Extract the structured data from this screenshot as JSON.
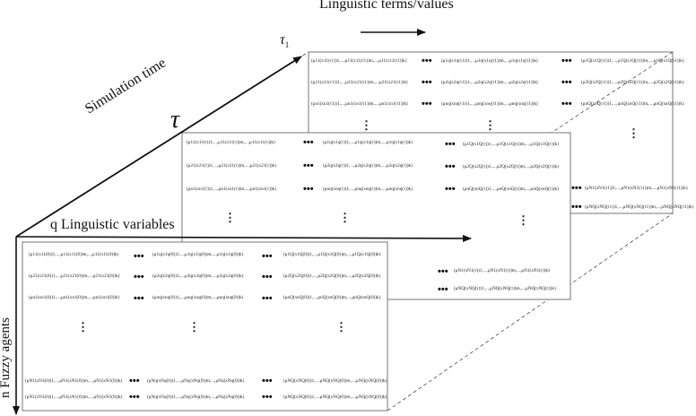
{
  "labels": {
    "linguistic_terms": "Linguistic terms/values",
    "simulation_time": "Simulation time",
    "tau": "τ",
    "tau1": "τ",
    "tau1_sub": "1",
    "q_variables": "q Linguistic variables",
    "n_agents": "n Fuzzy agents"
  },
  "symbols": {
    "hdots": "•••",
    "vdots": "⋮"
  },
  "back_panel": {
    "rows": [
      [
        "(μ11(x11(τ1))1,...,μ11(x11(τ1))m,...,μ11(x11(τ1))k)",
        "(μ1q(x1q(τ1))1,...,μ1q(x1q(τ1))m,...,μ1q(x1q(τ1))k)",
        "(μ1Q(x1Q(τ1))1,...,μ1Q(x1Q(τ1))m,...,μ1Q(x1Q(τ1))k)"
      ],
      [
        "(μ21(x21(τ1))1,...,μ21(x21(τ1))m,...,μ21(x21(τ1))k)",
        "(μ2q(x2q(τ1))1,...,μ2q(x2q(τ1))m,...,μ2q(x2q(τ1))k)",
        "(μ2Q(x2Q(τ1))1,...,μ2Q(x2Q(τ1))m,...,μ2Q(x2Q(τ1))k)"
      ],
      [
        "(μn1(xn1(τ1))1,...,μn1(xn1(τ1))m,...,μn1(xn1(τ1))k)",
        "(μnq(xnq(τ1))1,...,μnq(xnq(τ1))m,...,μnq(xnq(τ1))k)",
        "(μnQ(xnQ(τ1))1,...,μnQ(xnQ(τ1))m,...,μnQ(xnQ(τ1))k)"
      ]
    ]
  },
  "mid_panel": {
    "rows": [
      [
        "(μ11(x11(τ))1,...,μ11(x11(τ))m,...,μ11(x11(τ))k)",
        "(μ1q(x1q(τ))1,...,μ1q(x1q(τ))m,...,μ1q(x1q(τ))k)",
        "(μ1Q(x1Q(τ))1,...,μ1Q(x1Q(τ))m,...,μ1Q(x1Q(τ))k)"
      ],
      [
        "(μ21(x21(τ))1,...,μ21(x21(τ))m,...,μ21(x21(τ))k)",
        "(μ2q(x2q(τ))1,...,μ2q(x2q(τ))m,...,μ2q(x2q(τ))k)",
        "(μ2Q(x2Q(τ))1,...,μ2Q(x2Q(τ))m,...,μ2Q(x2Q(τ))k)"
      ],
      [
        "(μn1(xn1(τ))1,...,μn1(xn1(τ))m,...,μn1(xn1(τ))k)",
        "(μnq(xnq(τ))1,...,μnq(xnq(τ))m,...,μnq(xnq(τ))k)",
        "(μnQ(xnQ(τ))1,...,μnQ(xnQ(τ))m,...,μnQ(xnQ(τ))k)"
      ]
    ]
  },
  "front_panel": {
    "rows": [
      [
        "(μ11(x11(0))1,...,μ11(x11(0))m,...,μ11(x11(0))k)",
        "(μ1q(x1q(0))1,...,μ1q(x1q(0))m,...,μ1q(x1q(0))k)",
        "(μ1Q(x1Q(0))1,...,μ1Q(x1Q(0))m,...,μ1Q(x1Q(0))k)"
      ],
      [
        "(μ21(x21(0))1,...,μ21(x21(0))m,...,μ21(x21(0))k)",
        "(μ2q(x2q(0))1,...,μ2q(x2q(0))m,...,μ2q(x2q(0))k)",
        "(μ2Q(x2Q(0))1,...,μ2Q(x2Q(0))m,...,μ2Q(x2Q(0))k)"
      ],
      [
        "(μn1(xn1(0))1,...,μn1(xn1(0))m,...,μn1(xn1(0))k)",
        "(μnq(xnq(0))1,...,μnq(xnq(0))m,...,μnq(xnq(0))k)",
        "(μnQ(xnQ(0))1,...,μnQ(xnQ(0))m,...,μnQ(xnQ(0))k)"
      ],
      [
        "(μN1(xN1(0))1,...,μN1(xN1(0))m,...,μN1(xN1(0))k)",
        "(μNq(xNq(0))1,...,μNq(xNq(0))m,...,μNq(xNq(0))k)",
        "(μNQ(xNQ(0))1,...,μNQ(xNQ(0))m,...,μNQ(xNQ(0))k)"
      ],
      [
        "(μN1(xN1(0))1,...,μN1(xN1(0))m,...,μN1(xN1(0))k)",
        "(μNq(xNq(0))1,...,μNq(xNq(0))m,...,μNq(xNq(0))k)",
        "(μNQ(xNQ(0))1,...,μNQ(xNQ(0))m,...,μNQ(xNQ(0))k)"
      ]
    ]
  },
  "side_rows": {
    "back": [
      "(μN1(xN1(τ1))1,...,μN1(xN1(τ1))m,...,μN1(xN1(τ1))k)",
      "(μNQ(xNQ(τ1))1,...,μNQ(xNQ(τ1))m,...,μNQ(xNQ(τ1))k)"
    ],
    "mid": [
      "(μN1(xN1(τ))1,...,μN1(xN1(τ))m,...,μN1(xN1(τ))k)",
      "(μNQ(xNQ(τ))1,...,μNQ(xNQ(τ))m,...,μNQ(xNQ(τ))k)"
    ]
  }
}
